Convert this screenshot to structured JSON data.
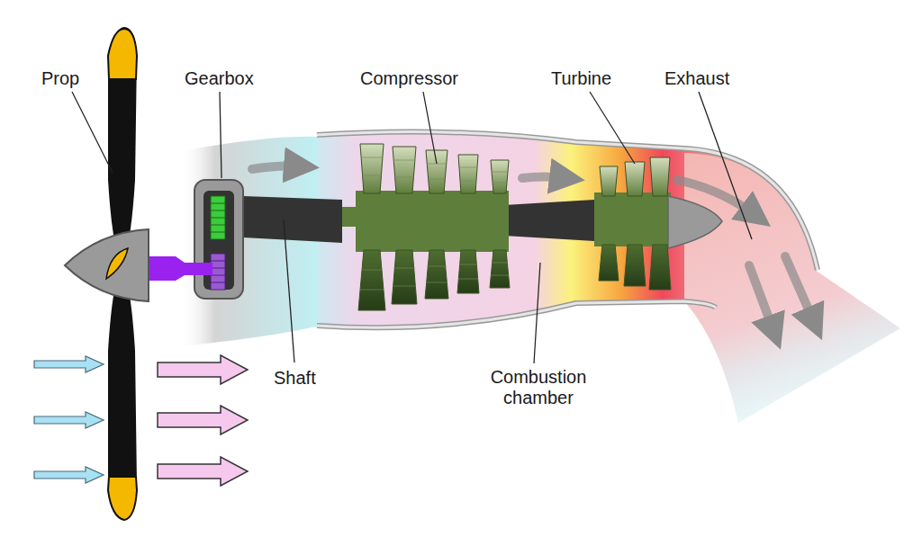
{
  "diagram": {
    "labels": [
      "Prop",
      "Gearbox",
      "Compressor",
      "Turbine",
      "Exhaust",
      "Shaft",
      "Combustion chamber"
    ]
  }
}
